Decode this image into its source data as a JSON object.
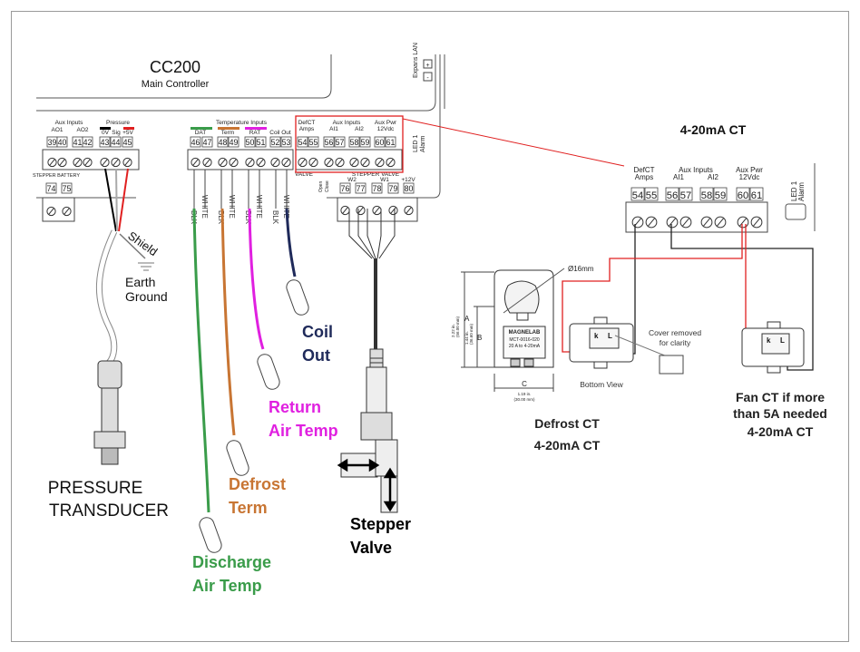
{
  "controller": {
    "title": "CC200",
    "subtitle": "Main Controller",
    "expansion_label": "Expans LAN",
    "expansion_plus": "+",
    "expansion_minus": "-",
    "groups": {
      "aux_inputs": "Aux Inputs",
      "ao1": "AO1",
      "ao2": "AO2",
      "pressure": "Pressure",
      "p_0v": "0V",
      "p_sig": "Sig",
      "p_5v": "+5V",
      "temperature_inputs": "Temperature Inputs",
      "dat": "DAT",
      "term": "Term",
      "rat": "RAT",
      "coil_out": "Coil Out",
      "defct": "DefCT",
      "amps": "Amps",
      "aux_inputs2": "Aux Inputs",
      "ai1": "AI1",
      "ai2": "AI2",
      "aux_pwr": "Aux Pwr",
      "v12": "12Vdc",
      "led": "LED 1",
      "alarm": "Alarm",
      "stepper_battery": "STEPPER BATTERY",
      "valve": "VALVE",
      "stepper_valve": "STEPPER VALVE",
      "w2": "W2",
      "w1": "W1",
      "plus12": "+12V",
      "open": "Open",
      "close": "Close"
    },
    "terminals_top": [
      "39",
      "40",
      "41",
      "42",
      "43",
      "44",
      "45",
      "46",
      "47",
      "48",
      "49",
      "50",
      "51",
      "52",
      "53",
      "54",
      "55",
      "56",
      "57",
      "58",
      "59",
      "60",
      "61"
    ],
    "terminals_bottom": [
      "74",
      "75",
      "76",
      "77",
      "78",
      "79",
      "80"
    ]
  },
  "wires": {
    "white": "WHITE",
    "blk": "BLK"
  },
  "labels": {
    "shield": "Shield",
    "earth_ground": [
      "Earth",
      "Ground"
    ],
    "pressure_transducer": [
      "PRESSURE",
      "TRANSDUCER"
    ],
    "coil_out": [
      "Coil",
      "Out"
    ],
    "return_air_temp": [
      "Return",
      "Air Temp"
    ],
    "defrost_term": [
      "Defrost",
      "Term"
    ],
    "discharge_air_temp": [
      "Discharge",
      "Air Temp"
    ],
    "stepper_valve": [
      "Stepper",
      "Valve"
    ]
  },
  "ct_detail": {
    "title": "4-20mA CT",
    "terminals": [
      "54",
      "55",
      "56",
      "57",
      "58",
      "59",
      "60",
      "61"
    ],
    "header_defct": "DefCT",
    "header_amps": "Amps",
    "header_aux_inputs": "Aux Inputs",
    "header_ai1": "AI1",
    "header_ai2": "AI2",
    "header_aux_pwr": "Aux Pwr",
    "header_12vdc": "12Vdc",
    "led": "LED 1",
    "alarm": "Alarm",
    "diameter": "Ø16mm",
    "dim_a": "A",
    "dim_a_value": [
      "2.22 in.",
      "(56.00 mm)"
    ],
    "dim_b": "B",
    "dim_b_value": [
      "1.44 in.",
      "(36.60 mm)"
    ],
    "dim_c": "C",
    "dim_c_value": [
      "1.19 in.",
      "(30.00 mm)"
    ],
    "brand": "MAGNELAB",
    "model": "MCT-0016-020",
    "rating": "20 A to 4-20mA",
    "k": "k",
    "l": "L",
    "cover_note": [
      "Cover removed",
      "for clarity"
    ],
    "bottom_view": "Bottom View",
    "defrost_ct": [
      "Defrost CT",
      "4-20mA CT"
    ],
    "fan_ct": [
      "Fan CT if more",
      "than 5A needed",
      "4-20mA CT"
    ]
  },
  "colors": {
    "highlight_red": "#e02020",
    "dat_green": "#3a9c4a",
    "term_orange": "#c87533",
    "rat_magenta": "#e020e0",
    "coil_navy": "#1f2a5a"
  }
}
